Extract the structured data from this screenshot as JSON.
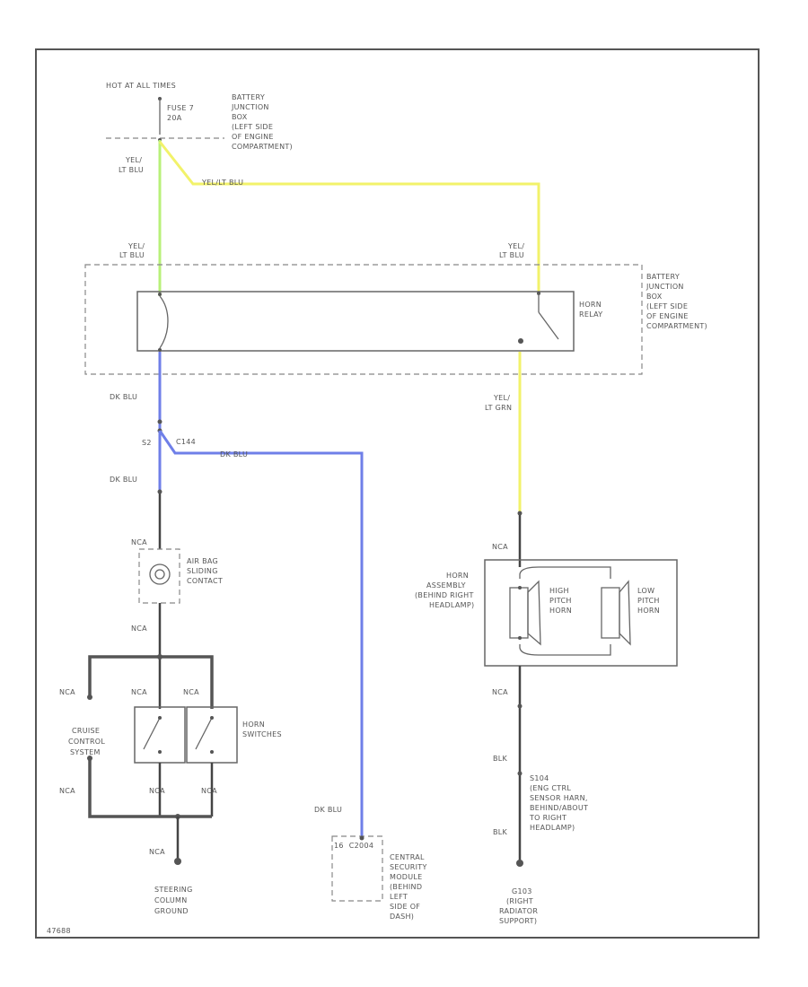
{
  "power": {
    "source": "HOT AT ALL TIMES",
    "fuse": [
      "FUSE 7",
      "20A"
    ],
    "junction_box": [
      "BATTERY",
      "JUNCTION",
      "BOX",
      "(LEFT SIDE",
      "OF ENGINE",
      "COMPARTMENT)"
    ]
  },
  "wires": {
    "yel_lt_blu_a": [
      "YEL/",
      "LT BLU"
    ],
    "yel_lt_blu_b": "YEL/LT BLU",
    "yel_lt_blu_c": [
      "YEL/",
      "LT BLU"
    ],
    "yel_lt_blu_d": [
      "YEL/",
      "LT BLU"
    ],
    "dk_blu_1": "DK BLU",
    "s_label": "S2",
    "c_label": "C144",
    "dk_blu_2": "DK BLU",
    "dk_blu_3": "DK BLU",
    "dk_blu_4": "DK BLU",
    "yel_lt_grn": [
      "YEL/",
      "LT GRN"
    ],
    "nca": "NCA",
    "blk_1": "BLK",
    "blk_2": "BLK"
  },
  "relay_box": {
    "name": [
      "BATTERY",
      "JUNCTION",
      "BOX",
      "(LEFT SIDE",
      "OF ENGINE",
      "COMPARTMENT)"
    ],
    "relay": [
      "HORN",
      "RELAY"
    ]
  },
  "airbag": [
    "AIR BAG",
    "SLIDING",
    "CONTACT"
  ],
  "cruise": [
    "CRUISE",
    "CONTROL",
    "SYSTEM"
  ],
  "horn_switches": [
    "HORN",
    "SWITCHES"
  ],
  "steering_ground": [
    "STEERING",
    "COLUMN",
    "GROUND"
  ],
  "security": {
    "pin": "16",
    "connector": "C2004",
    "name": [
      "CENTRAL",
      "SECURITY",
      "MODULE",
      "(BEHIND",
      "LEFT",
      "SIDE OF",
      "DASH)"
    ]
  },
  "horn_assembly": {
    "name": [
      "HORN",
      "ASSEMBLY",
      "(BEHIND RIGHT",
      "HEADLAMP)"
    ],
    "high": [
      "HIGH",
      "PITCH",
      "HORN"
    ],
    "low": [
      "LOW",
      "PITCH",
      "HORN"
    ]
  },
  "splice": [
    "S104",
    "(ENG CTRL",
    "SENSOR HARN,",
    "BEHIND/ABOUT",
    "TO RIGHT",
    "HEADLAMP)"
  ],
  "g103": [
    "G103",
    "(RIGHT",
    "RADIATOR",
    "SUPPORT)"
  ],
  "figure_id": "47688"
}
